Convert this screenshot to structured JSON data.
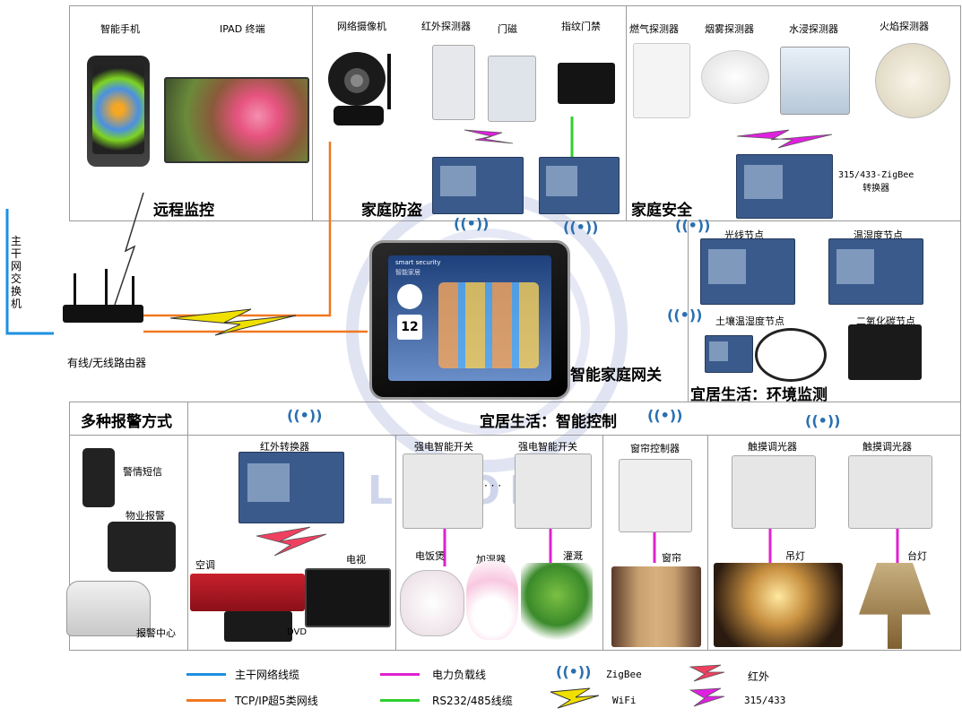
{
  "watermark": "LIGONG",
  "trunk_label": "主干网交换机",
  "router_label": "有线/无线路由器",
  "remote": {
    "title": "远程监控",
    "phone": "智能手机",
    "ipad": "IPAD 终端"
  },
  "security": {
    "title": "家庭防盗",
    "camera": "网络摄像机",
    "pir": "红外探测器",
    "door": "门磁",
    "finger": "指纹门禁"
  },
  "safety": {
    "title": "家庭安全",
    "gas": "燃气探测器",
    "smoke": "烟雾探测器",
    "water": "水浸探测器",
    "fire": "火焰探测器",
    "converter": "315/433-ZigBee\n转换器"
  },
  "gateway": {
    "title": "智能家庭网关",
    "screen_title": "smart security",
    "screen_sub": "智能家居",
    "day": "12"
  },
  "env": {
    "title": "宜居生活：环境监测",
    "light": "光线节点",
    "temp": "温湿度节点",
    "soil": "土壤温湿度节点",
    "co2": "二氧化碳节点"
  },
  "alarm": {
    "title": "多种报警方式",
    "sms": "警情短信",
    "property": "物业报警",
    "center": "报警中心"
  },
  "control": {
    "title": "宜居生活：智能控制",
    "ir_converter": "红外转换器",
    "ac": "空调",
    "tv": "电视",
    "dvd": "DVD",
    "switch1": "强电智能开关",
    "switch2": "强电智能开关",
    "dots": "· · ·",
    "cooker": "电饭煲",
    "humidifier": "加湿器",
    "irrigation": "灌溉",
    "curtain_ctrl": "窗帘控制器",
    "curtain": "窗帘",
    "dimmer1": "触摸调光器",
    "dimmer2": "触摸调光器",
    "chandelier": "吊灯",
    "lamp": "台灯"
  },
  "legend": {
    "trunk": "主干网络线缆",
    "power": "电力负载线",
    "zigbee": "ZigBee",
    "ir": "红外",
    "tcp": "TCP/IP超5类网线",
    "rs": "RS232/485线缆",
    "wifi": "WiFi",
    "rf": "315/433"
  },
  "colors": {
    "trunk": "#1e90e0",
    "tcp": "#f07820",
    "power": "#e020d0",
    "rs": "#30d030",
    "wifi": "#f0e000",
    "rf": "#e020e0",
    "ir": "#f04060",
    "zigbee": "#2a6fb0"
  }
}
